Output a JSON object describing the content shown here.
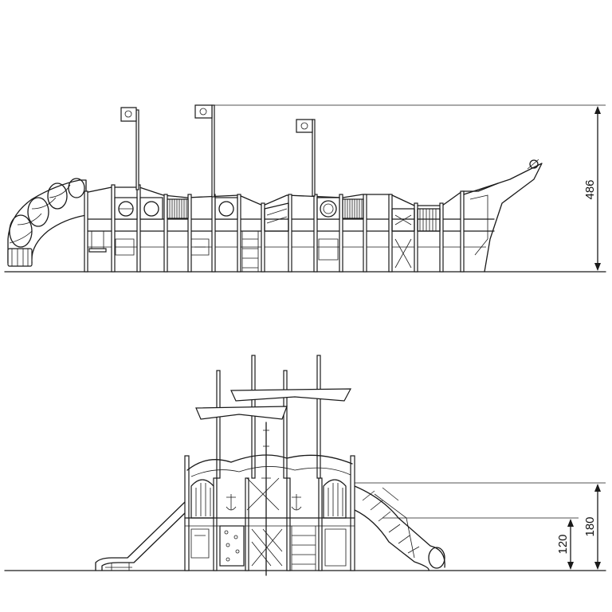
{
  "dimensions": {
    "side_view_height": "486",
    "front_view_platform_height": "120",
    "front_view_total_height": "180"
  },
  "colors": {
    "line": "#1a1a1a",
    "background": "#ffffff"
  }
}
